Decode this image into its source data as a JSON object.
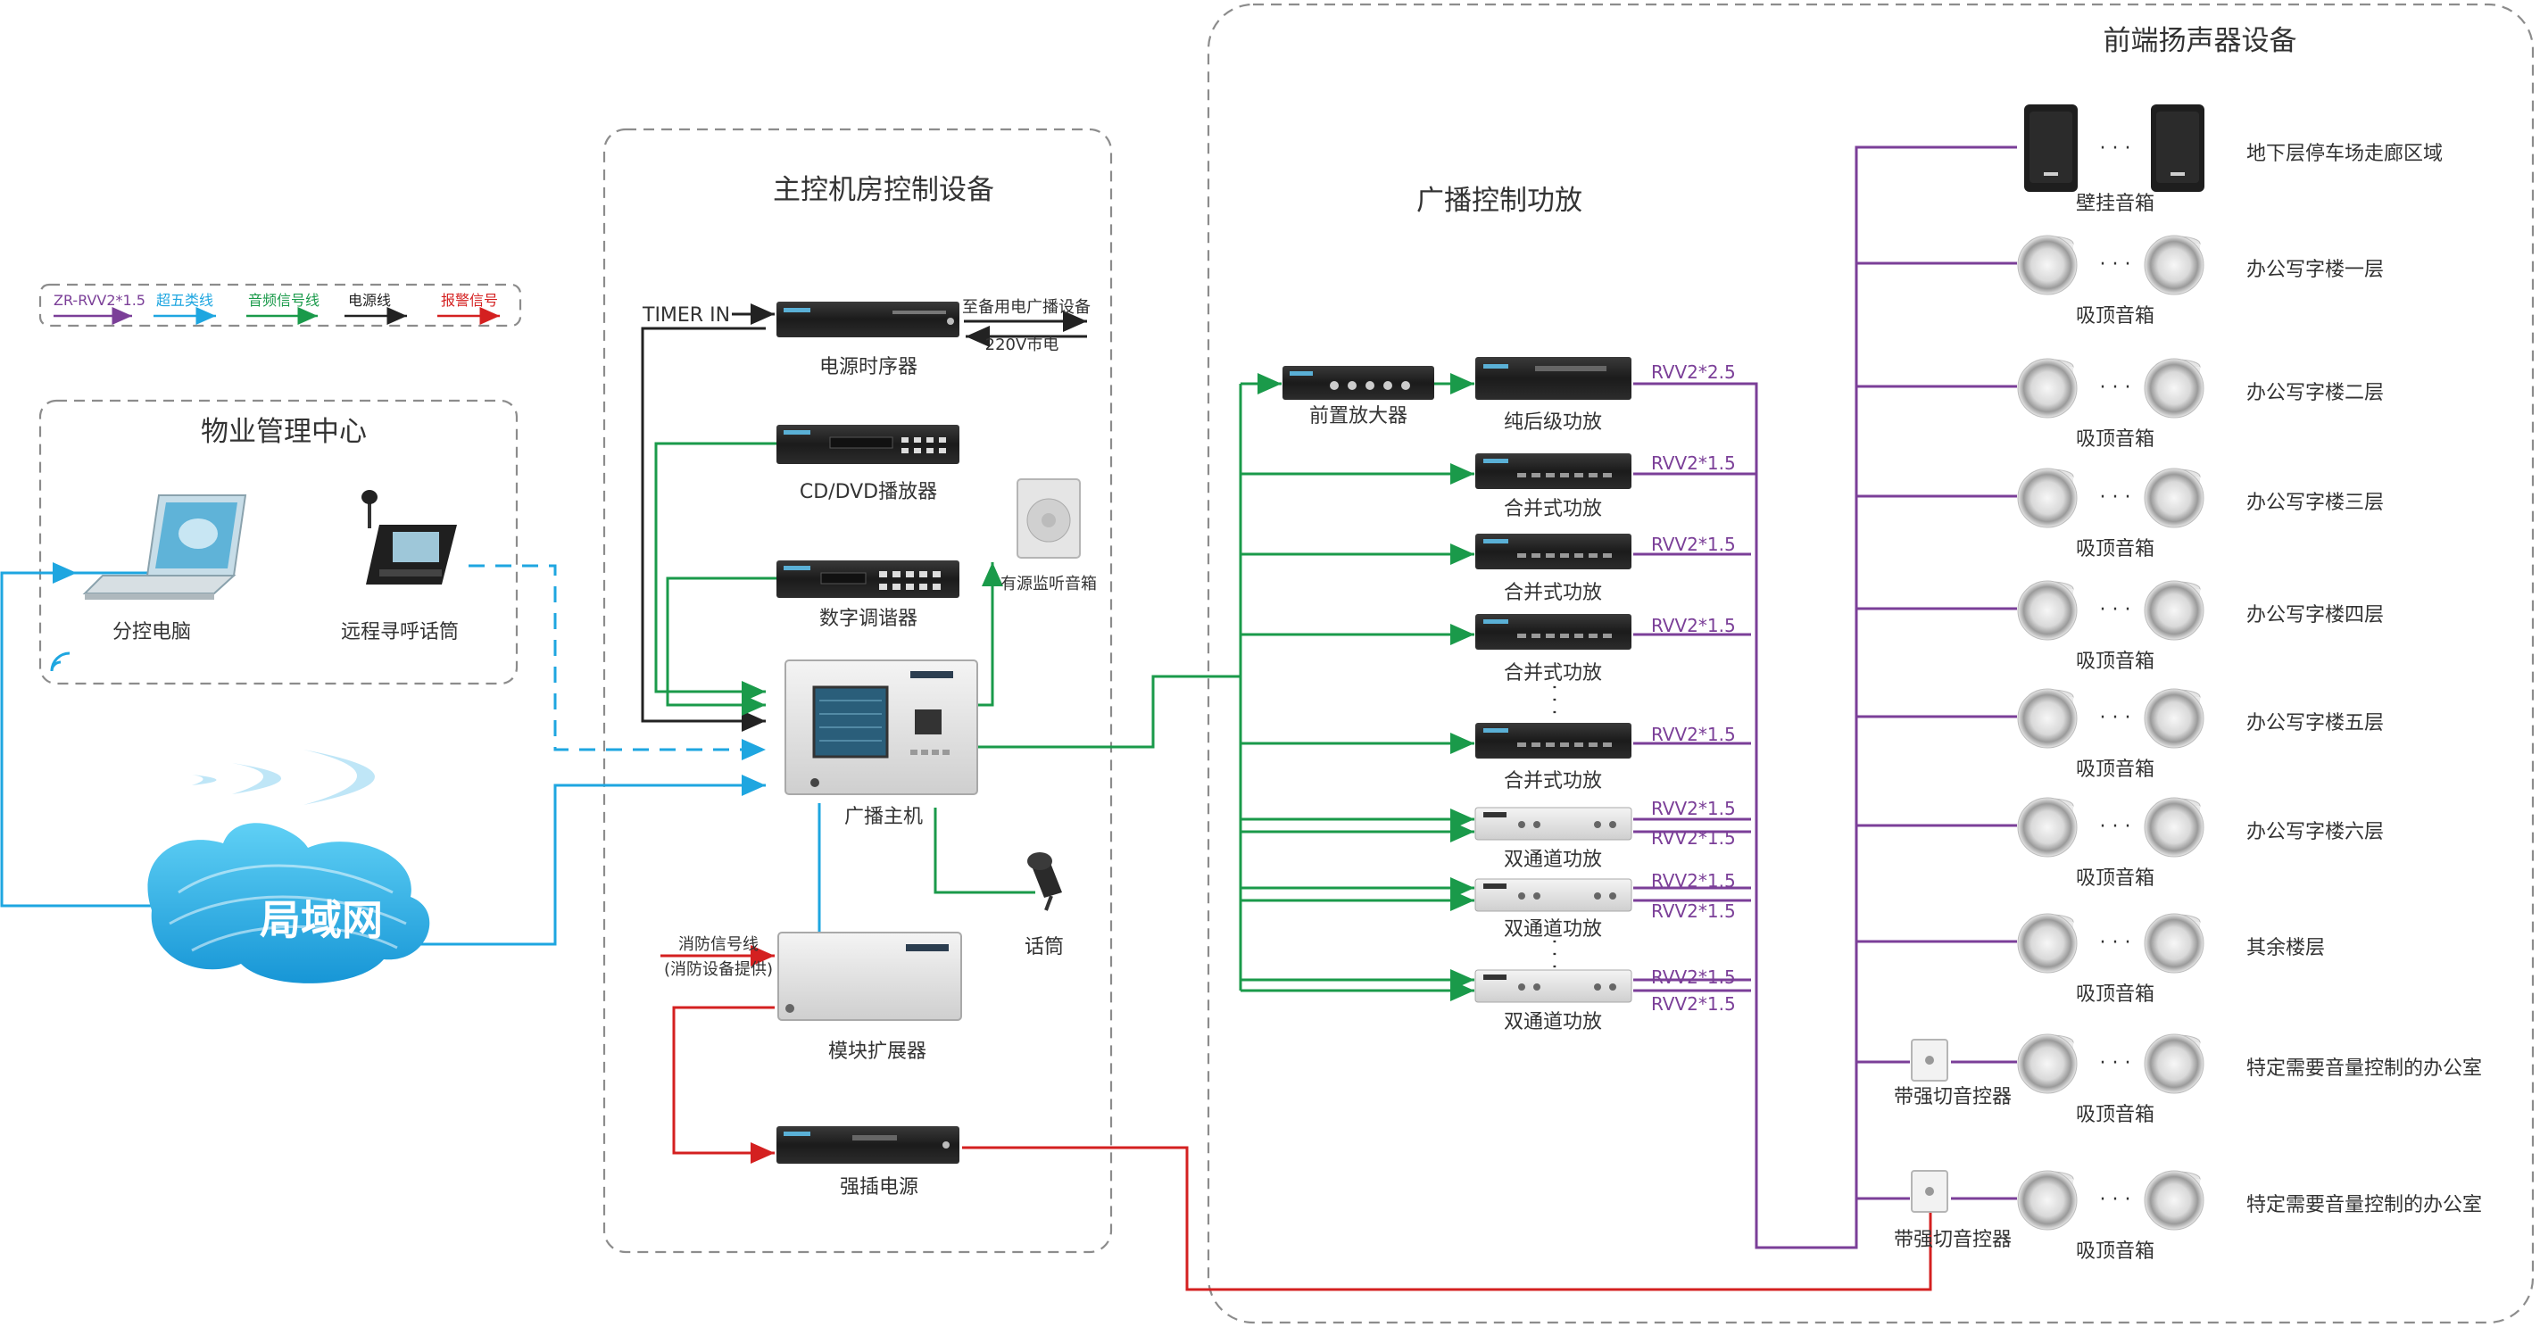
{
  "colors": {
    "rvv": "#7b3f98",
    "cat5": "#1ea6e0",
    "audio": "#1a9a4a",
    "power": "#222222",
    "alarm": "#d42020",
    "frame": "#8c8c8c"
  },
  "legend": {
    "items": [
      {
        "label": "ZR-RVV2*1.5",
        "color": "#7b3f98"
      },
      {
        "label": "超五类线",
        "color": "#1ea6e0"
      },
      {
        "label": "音频信号线",
        "color": "#1a9a4a"
      },
      {
        "label": "电源线",
        "color": "#222222"
      },
      {
        "label": "报警信号",
        "color": "#d42020"
      }
    ]
  },
  "sections": {
    "property_center": "物业管理中心",
    "control_room": "主控机房控制设备",
    "amp_section": "广播控制功放",
    "frontend": "前端扬声器设备"
  },
  "property": {
    "pc": "分控电脑",
    "mic": "远程寻呼话筒",
    "lan": "局域网"
  },
  "control": {
    "timer_in": "TIMER IN",
    "power_seq": "电源时序器",
    "backup_out": "至备用电广播设备",
    "mains": "220V市电",
    "cd": "CD/DVD播放器",
    "monitor_speaker": "有源监听音箱",
    "tuner": "数字调谐器",
    "host": "广播主机",
    "handheld_mic": "话筒",
    "fire_line": "消防信号线",
    "fire_note": "(消防设备提供)",
    "expander": "模块扩展器",
    "force_power": "强插电源"
  },
  "amps": {
    "preamp": "前置放大器",
    "rows": [
      {
        "name": "纯后级功放",
        "cable": "RVV2*2.5"
      },
      {
        "name": "合并式功放",
        "cable": "RVV2*1.5"
      },
      {
        "name": "合并式功放",
        "cable": "RVV2*1.5"
      },
      {
        "name": "合并式功放",
        "cable": "RVV2*1.5"
      },
      {
        "name": "合并式功放",
        "cable": "RVV2*1.5"
      }
    ],
    "dual": [
      {
        "name": "双通道功放",
        "cable1": "RVV2*1.5",
        "cable2": "RVV2*1.5"
      },
      {
        "name": "双通道功放",
        "cable1": "RVV2*1.5",
        "cable2": "RVV2*1.5"
      },
      {
        "name": "双通道功放",
        "cable1": "RVV2*1.5",
        "cable2": "RVV2*1.5"
      }
    ]
  },
  "speakers": {
    "dots": "· · ·",
    "volume_ctrl": "带强切音控器",
    "rows": [
      {
        "kind": "wall",
        "type": "壁挂音箱",
        "zone": "地下层停车场走廊区域"
      },
      {
        "kind": "ceiling",
        "type": "吸顶音箱",
        "zone": "办公写字楼一层"
      },
      {
        "kind": "ceiling",
        "type": "吸顶音箱",
        "zone": "办公写字楼二层"
      },
      {
        "kind": "ceiling",
        "type": "吸顶音箱",
        "zone": "办公写字楼三层"
      },
      {
        "kind": "ceiling",
        "type": "吸顶音箱",
        "zone": "办公写字楼四层"
      },
      {
        "kind": "ceiling",
        "type": "吸顶音箱",
        "zone": "办公写字楼五层"
      },
      {
        "kind": "ceiling",
        "type": "吸顶音箱",
        "zone": "办公写字楼六层"
      },
      {
        "kind": "ceiling",
        "type": "吸顶音箱",
        "zone": "其余楼层"
      },
      {
        "kind": "ceiling",
        "type": "吸顶音箱",
        "zone": "特定需要音量控制的办公室"
      },
      {
        "kind": "ceiling",
        "type": "吸顶音箱",
        "zone": "特定需要音量控制的办公室"
      }
    ]
  }
}
